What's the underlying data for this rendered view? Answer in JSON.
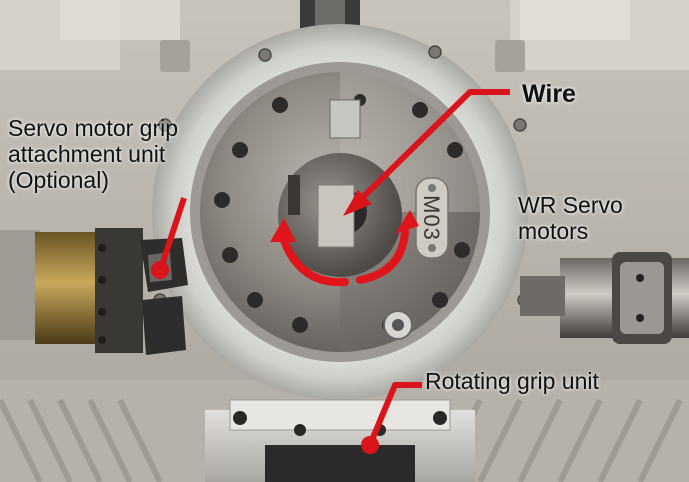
{
  "labels": {
    "wire": "Wire",
    "servo_grip": {
      "line1": "Servo motor grip",
      "line2": "attachment unit",
      "line3": "(Optional)"
    },
    "wr_servo": {
      "line1": "WR Servo",
      "line2": "motors"
    },
    "rotating_grip": "Rotating grip unit",
    "plate_engraving": "M03"
  },
  "colors": {
    "callout_red": "#d9141b",
    "rotation_arrow_red": "#e0151c",
    "label_text": "#111111",
    "background_steel": "#b9b4ac"
  }
}
